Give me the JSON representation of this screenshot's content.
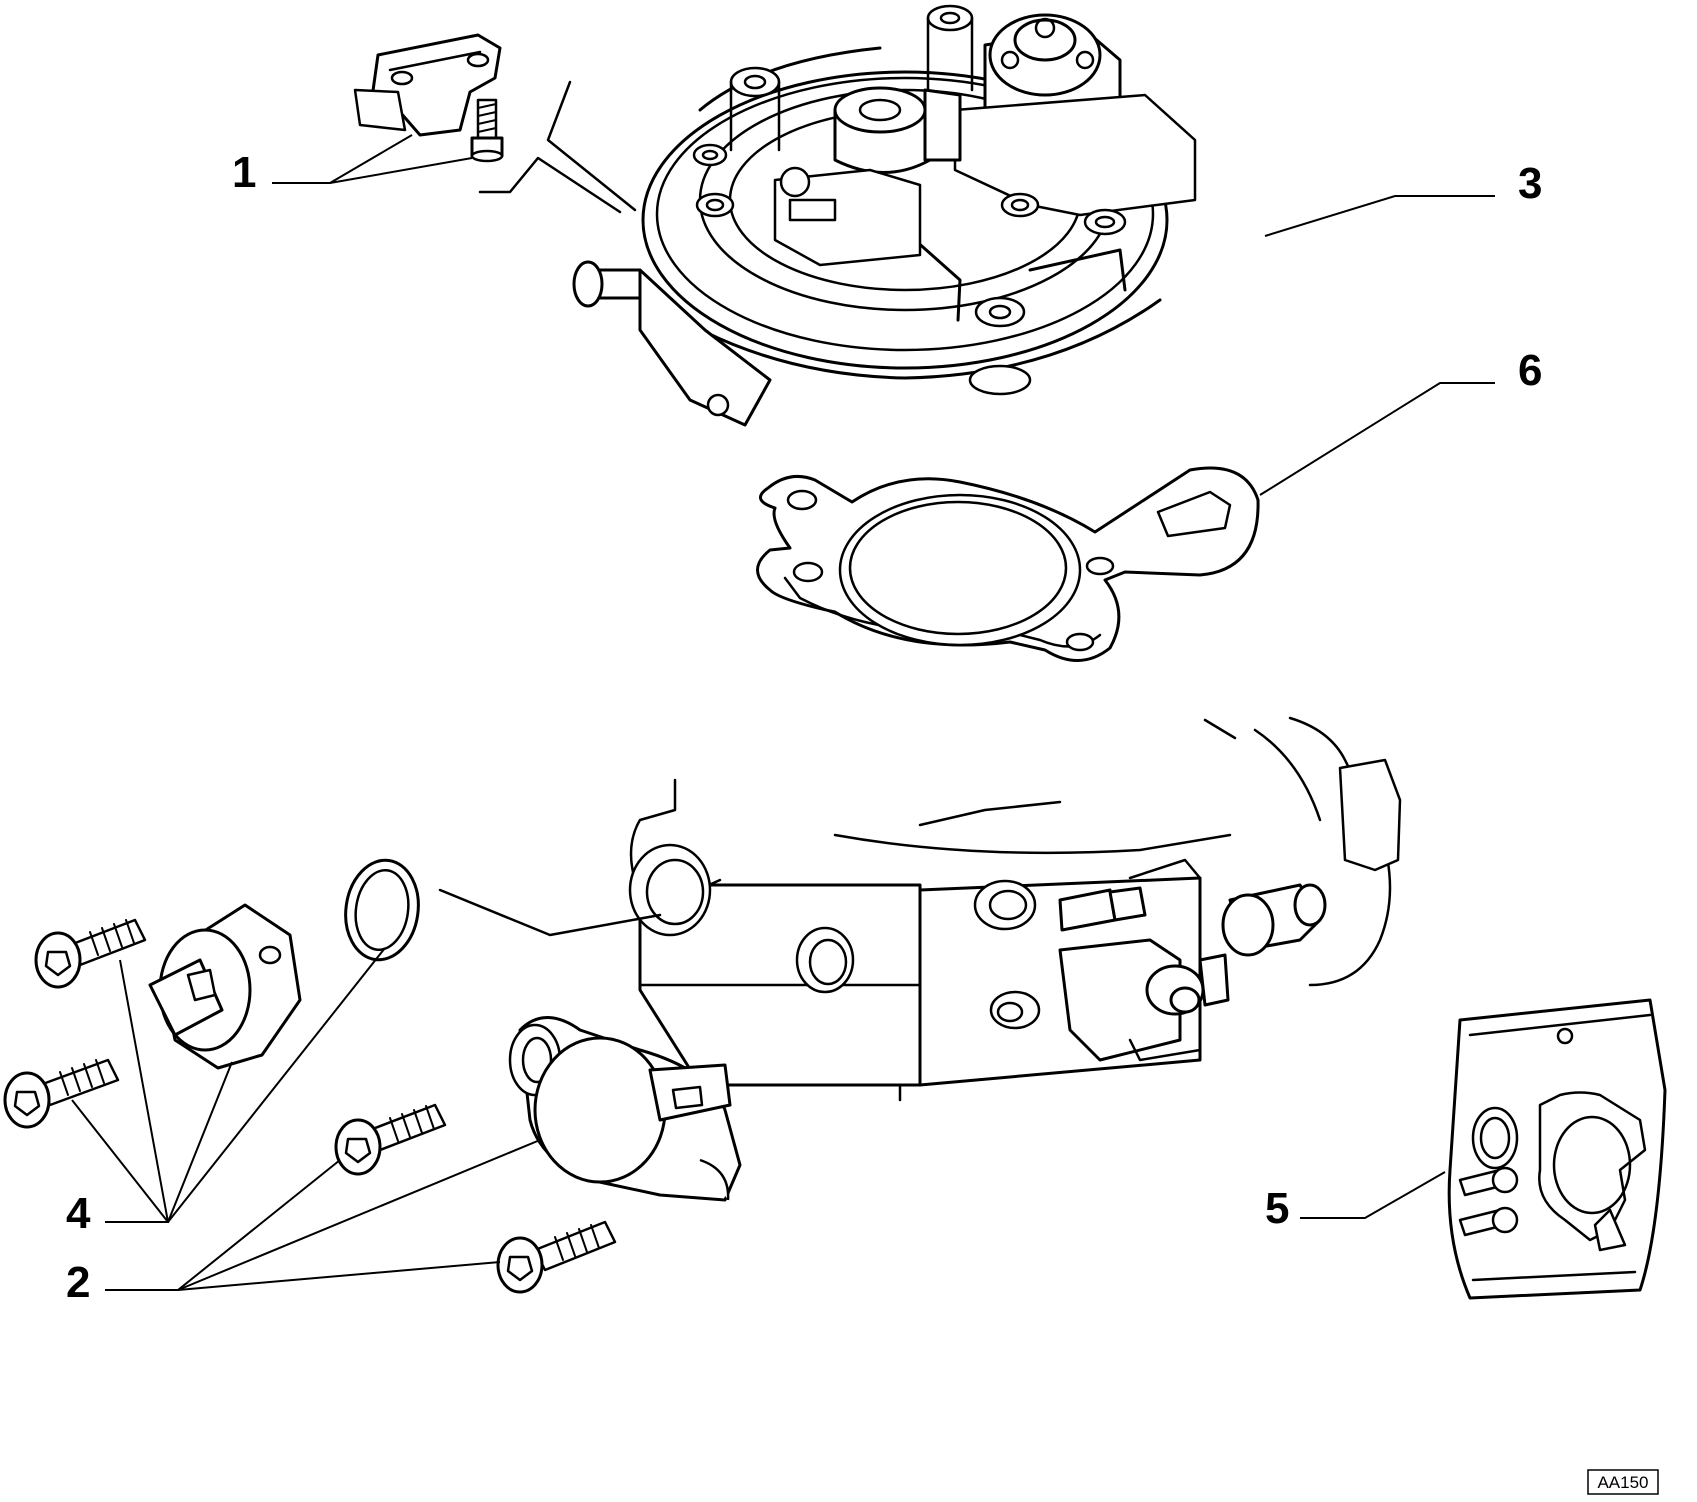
{
  "callouts": [
    {
      "id": "1",
      "label": "1"
    },
    {
      "id": "2",
      "label": "2"
    },
    {
      "id": "3",
      "label": "3"
    },
    {
      "id": "4",
      "label": "4"
    },
    {
      "id": "5",
      "label": "5"
    },
    {
      "id": "6",
      "label": "6"
    }
  ],
  "reference_code": "AA150",
  "colors": {
    "line": "#000000",
    "background": "#ffffff"
  }
}
